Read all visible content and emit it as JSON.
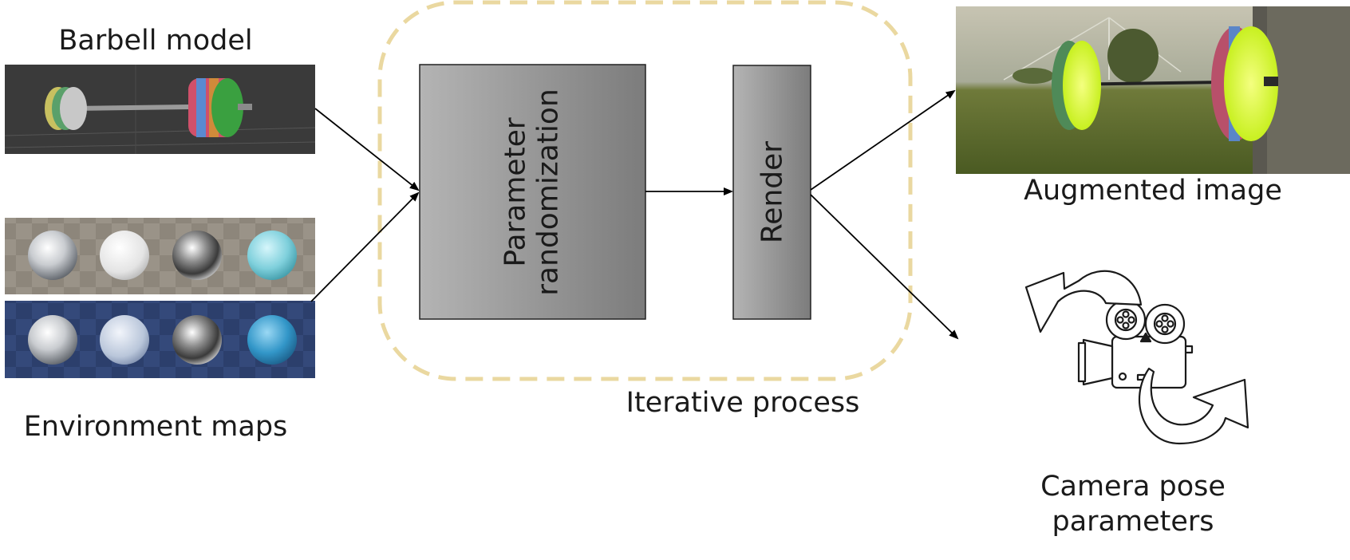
{
  "labels": {
    "barbell_model": "Barbell model",
    "environment_maps": "Environment maps",
    "parameter_box_line1": "Parameter",
    "parameter_box_line2": "randomization",
    "render_box": "Render",
    "iterative_process": "Iterative process",
    "augmented_image": "Augmented image",
    "camera_pose_line1": "Camera pose",
    "camera_pose_line2": "parameters"
  },
  "colors": {
    "loop_border": "#ead8a0",
    "box_light": "#b4b4b4",
    "box_dark": "#7c7c7c",
    "arrow": "#000000",
    "barbell_bg": "#3a3a3a",
    "env_map_top_bg": "#9a9388",
    "env_map_bottom_bg": "#34497a",
    "sphere_white": "#e8e8e8",
    "sphere_cyan": "#7fd0dc",
    "sphere_blue": "#3296c8",
    "plate_yellow_green": "#e8ff40",
    "sky": "#b7b8a8",
    "grass": "#5b6b2c"
  },
  "icons": {
    "camera": "movie-camera-icon",
    "rotate_ccw": "rotate-ccw-arrow-icon",
    "rotate_cw": "rotate-cw-arrow-icon"
  }
}
